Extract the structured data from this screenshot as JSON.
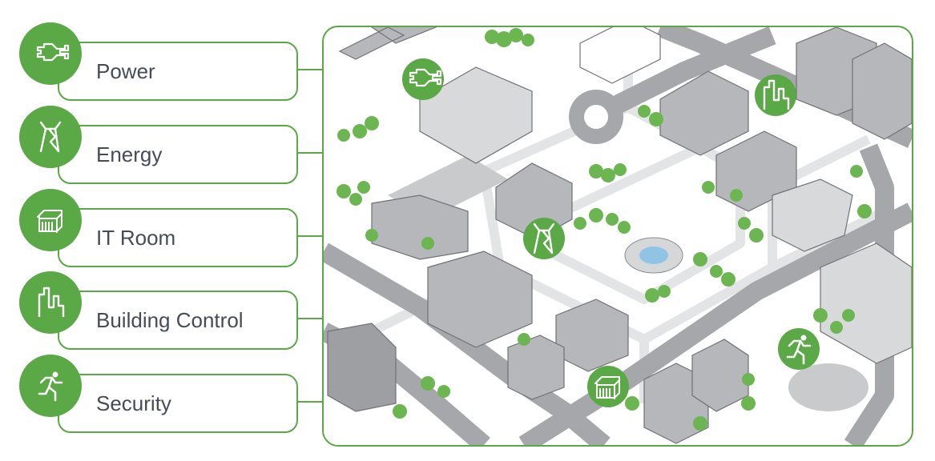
{
  "colors": {
    "accent": "#5aa846",
    "text": "#464c57",
    "road": "#9d9fa2",
    "path": "#e3e4e5",
    "building": "#b5b7ba",
    "tree": "#6cb652"
  },
  "categories": [
    {
      "label": "Power",
      "icon": "plug-icon"
    },
    {
      "label": "Energy",
      "icon": "power-pylon-icon"
    },
    {
      "label": "IT Room",
      "icon": "server-rack-icon"
    },
    {
      "label": "Building Control",
      "icon": "building-skyline-icon"
    },
    {
      "label": "Security",
      "icon": "running-person-icon"
    }
  ]
}
